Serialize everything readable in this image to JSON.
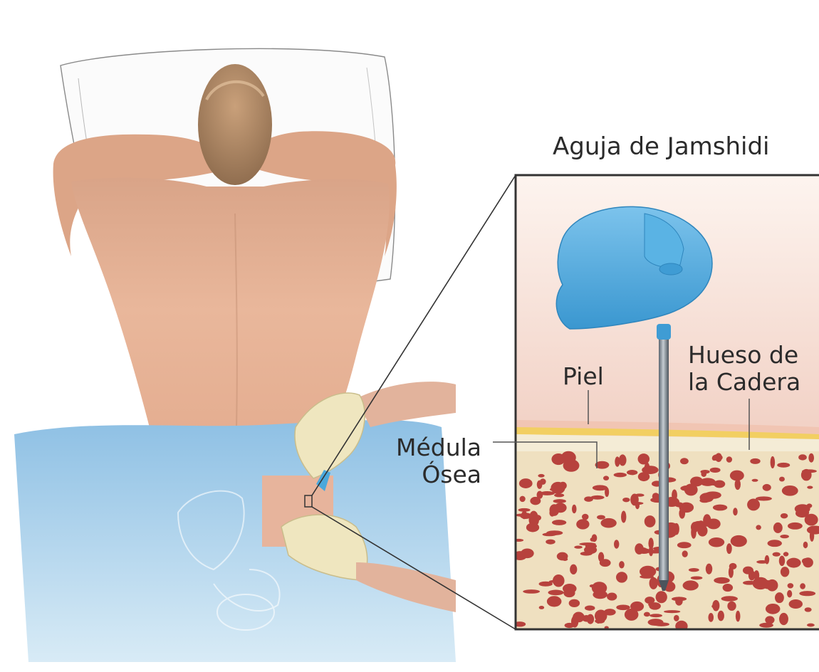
{
  "title": "Aguja de Jamshidi",
  "labels": {
    "skin": "Piel",
    "bone_line1": "Hueso de",
    "bone_line2": "la Cadera",
    "marrow_line1": "Médula",
    "marrow_line2": "Ósea"
  },
  "colors": {
    "needle_handle": "#4aa8dc",
    "drape": "#8fc3e6",
    "skin_tone": "#e8b498",
    "marrow_red": "#b2322f",
    "bone_beige": "#efe0c0",
    "fat_yellow": "#f2cf62",
    "glove": "#efe6bf"
  },
  "icons": [
    "patient-figure",
    "gloved-hands",
    "jamshidi-needle",
    "hip-bone-cross-section"
  ]
}
